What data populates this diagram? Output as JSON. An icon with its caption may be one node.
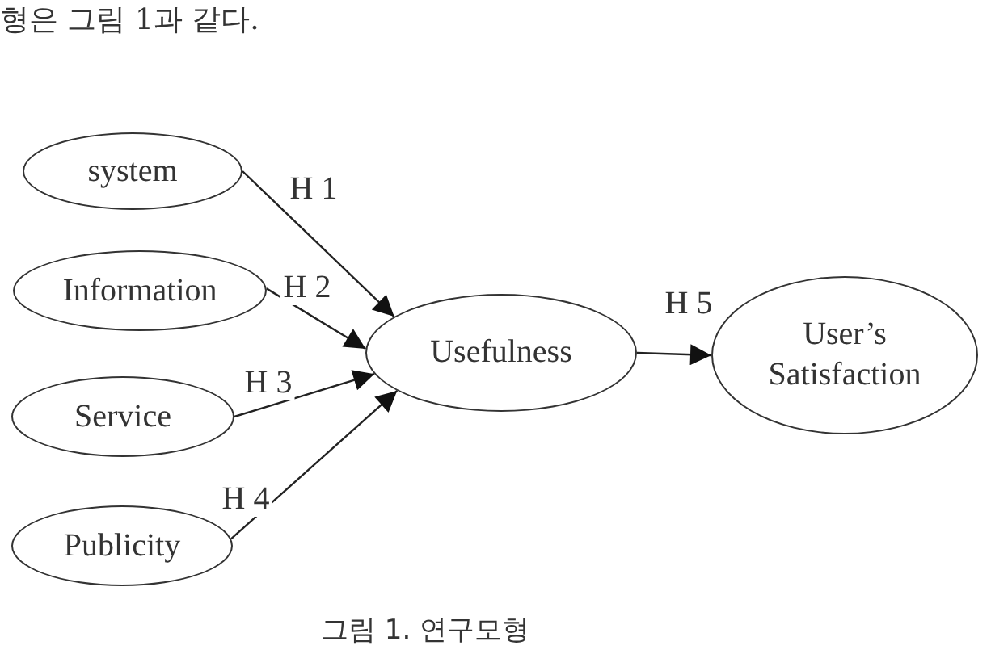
{
  "diagram": {
    "caption": "그림 1. 연구모형",
    "nodes": [
      {
        "text": [
          "system"
        ]
      },
      {
        "text": [
          "Information"
        ]
      },
      {
        "text": [
          "Service"
        ]
      },
      {
        "text": [
          "Publicity"
        ]
      },
      {
        "text": [
          "Usefulness"
        ]
      },
      {
        "text": [
          "User’s Satisfaction"
        ]
      }
    ],
    "edges": [
      {
        "from": 0,
        "to": 4,
        "arrow": "to",
        "label": "H 1"
      },
      {
        "from": 1,
        "to": 4,
        "arrow": "to",
        "label": "H 2"
      },
      {
        "from": 2,
        "to": 4,
        "arrow": "to",
        "label": "H 3"
      },
      {
        "from": 3,
        "to": 4,
        "arrow": "to",
        "label": "H 4"
      },
      {
        "from": 4,
        "to": 5,
        "arrow": "to",
        "label": "H 5"
      }
    ],
    "labels": [
      "형은 그림 1과 같다."
    ]
  }
}
